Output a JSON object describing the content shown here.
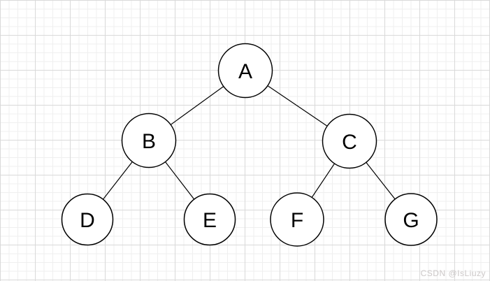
{
  "diagram": {
    "nodes": [
      {
        "id": "A",
        "label": "A"
      },
      {
        "id": "B",
        "label": "B"
      },
      {
        "id": "C",
        "label": "C"
      },
      {
        "id": "D",
        "label": "D"
      },
      {
        "id": "E",
        "label": "E"
      },
      {
        "id": "F",
        "label": "F"
      },
      {
        "id": "G",
        "label": "G"
      }
    ],
    "edges": [
      {
        "from": "A",
        "to": "B"
      },
      {
        "from": "A",
        "to": "C"
      },
      {
        "from": "B",
        "to": "D"
      },
      {
        "from": "B",
        "to": "E"
      },
      {
        "from": "C",
        "to": "F"
      },
      {
        "from": "C",
        "to": "G"
      }
    ]
  },
  "watermark": {
    "text": "CSDN @IsLiuzy"
  },
  "colors": {
    "node_fill": "#ffffff",
    "node_stroke": "#000000",
    "edge_stroke": "#000000",
    "grid_minor": "#efefef",
    "grid_major": "#d9d9d9",
    "watermark_text": "#ccc8c8"
  }
}
